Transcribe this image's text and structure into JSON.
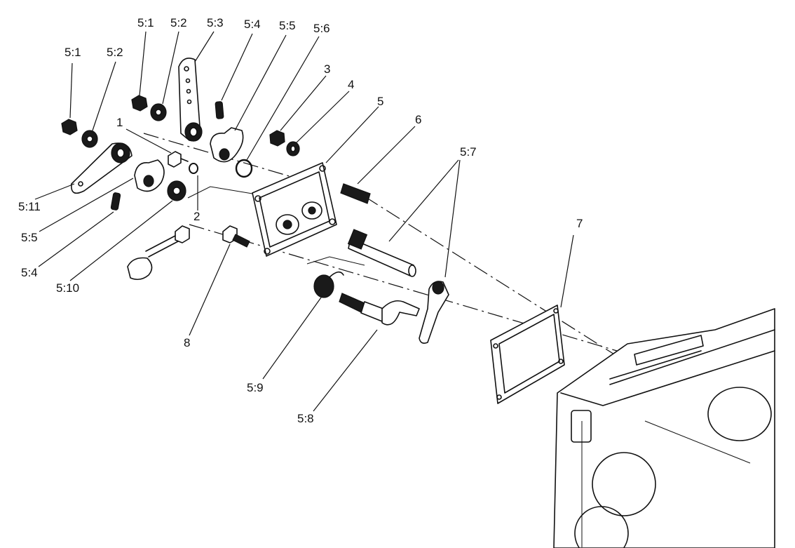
{
  "callouts": {
    "c_5_1_a": "5:1",
    "c_5_2_a": "5:2",
    "c_5_1_b": "5:1",
    "c_5_2_b": "5:2",
    "c_5_3": "5:3",
    "c_5_4_a": "5:4",
    "c_5_5_a": "5:5",
    "c_5_6": "5:6",
    "c_3": "3",
    "c_4": "4",
    "c_5": "5",
    "c_6": "6",
    "c_1": "1",
    "c_5_7": "5:7",
    "c_5_11": "5:11",
    "c_2": "2",
    "c_5_5_b": "5:5",
    "c_5_4_b": "5:4",
    "c_5_10": "5:10",
    "c_8": "8",
    "c_7": "7",
    "c_5_9": "5:9",
    "c_5_8": "5:8"
  },
  "colors": {
    "ink": "#111111",
    "paper": "#ffffff"
  }
}
